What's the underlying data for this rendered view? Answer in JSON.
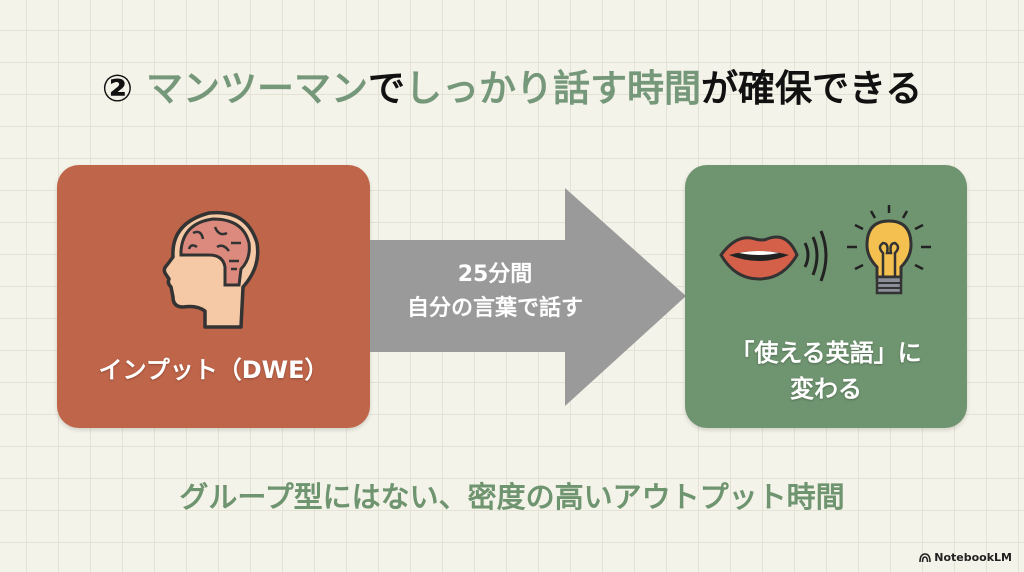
{
  "title": {
    "number": "②",
    "part1": "マンツーマン",
    "part2": "で",
    "part3": "しっかり話す時間",
    "part4": "が確保できる"
  },
  "left_box": {
    "label": "インプット（DWE）",
    "icon": "head-brain-icon"
  },
  "arrow": {
    "line1": "25分間",
    "line2": "自分の言葉で話す"
  },
  "right_box": {
    "line1": "「使える英語」に",
    "line2": "変わる",
    "icons": [
      "lips-speaking-icon",
      "lightbulb-icon"
    ]
  },
  "bottom_text": "グループ型にはない、密度の高いアウトプット時間",
  "brand": "NotebookLM",
  "colors": {
    "accent_green": "#6f9470",
    "accent_red": "#bf654a",
    "arrow_gray": "#9a9a9a"
  }
}
